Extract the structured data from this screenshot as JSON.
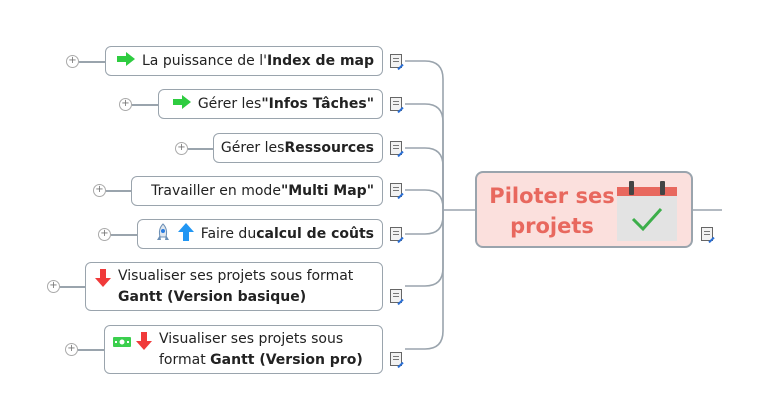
{
  "central": {
    "title": "Piloter ses projets",
    "icon": "calendar-check-icon",
    "color": "#e8685e"
  },
  "topics": [
    {
      "plain": "La puissance de l'",
      "bold": "Index de map",
      "icons": [
        "green-arrow-right-icon"
      ]
    },
    {
      "plain": "Gérer les ",
      "bold": "\"Infos Tâches\"",
      "icons": [
        "green-arrow-right-icon"
      ]
    },
    {
      "plain": "Gérer les ",
      "bold": "Ressources",
      "icons": []
    },
    {
      "plain": "Travailler en mode ",
      "bold": "\"Multi Map\"",
      "icons": []
    },
    {
      "plain": "Faire du ",
      "bold": "calcul de coûts",
      "icons": [
        "rocket-icon",
        "blue-arrow-up-icon"
      ]
    },
    {
      "plain": "Visualiser ses projets sous format",
      "bold": "Gantt (Version basique)",
      "icons": [
        "red-arrow-down-icon"
      ]
    },
    {
      "plain": "Visualiser ses projets sous",
      "plain2": "format ",
      "bold": "Gantt (Version pro)",
      "icons": [
        "money-icon",
        "red-arrow-down-icon"
      ]
    }
  ]
}
